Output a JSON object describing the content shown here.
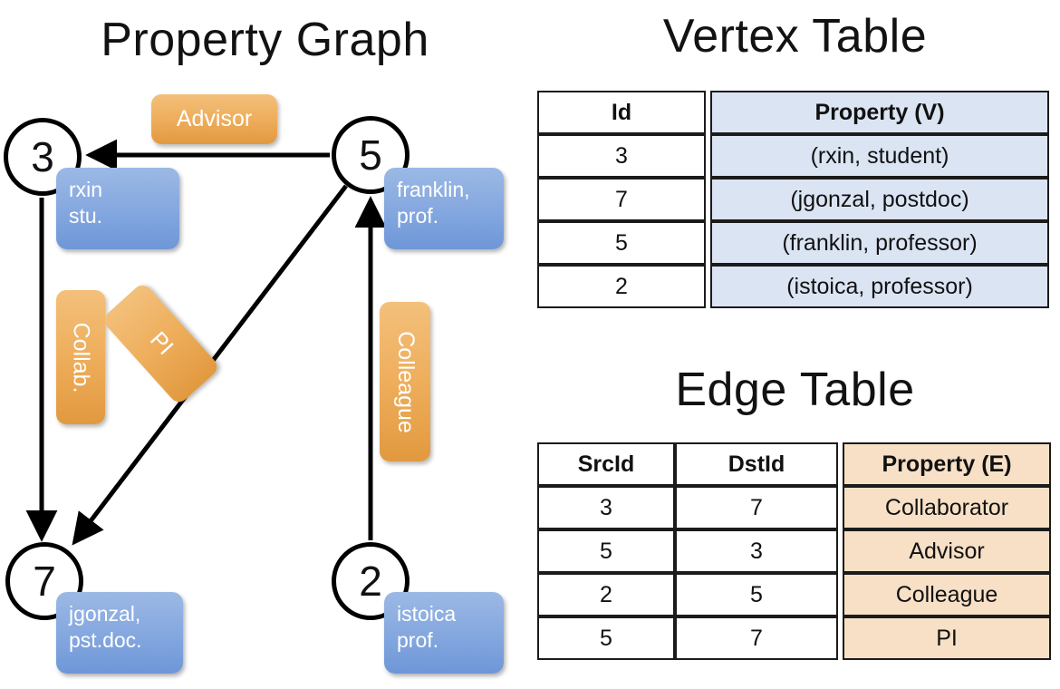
{
  "titles": {
    "property_graph": "Property Graph",
    "vertex_table": "Vertex Table",
    "edge_table": "Edge Table"
  },
  "graph": {
    "vertices": [
      {
        "id": "3",
        "property_line1": "rxin",
        "property_line2": "stu."
      },
      {
        "id": "5",
        "property_line1": "franklin,",
        "property_line2": "prof."
      },
      {
        "id": "7",
        "property_line1": "jgonzal,",
        "property_line2": "pst.doc."
      },
      {
        "id": "2",
        "property_line1": "istoica",
        "property_line2": "prof."
      }
    ],
    "edge_labels": {
      "advisor": "Advisor",
      "collab": "Collab.",
      "pi": "PI",
      "colleague": "Colleague"
    },
    "edges": [
      {
        "from": "5",
        "to": "3",
        "label": "Advisor"
      },
      {
        "from": "3",
        "to": "7",
        "label": "Collab."
      },
      {
        "from": "5",
        "to": "7",
        "label": "PI"
      },
      {
        "from": "2",
        "to": "5",
        "label": "Colleague"
      }
    ]
  },
  "vertex_table": {
    "headers": [
      "Id",
      "Property (V)"
    ],
    "rows": [
      {
        "id": "3",
        "property": "(rxin, student)"
      },
      {
        "id": "7",
        "property": "(jgonzal, postdoc)"
      },
      {
        "id": "5",
        "property": "(franklin, professor)"
      },
      {
        "id": "2",
        "property": "(istoica, professor)"
      }
    ]
  },
  "edge_table": {
    "headers": [
      "SrcId",
      "DstId",
      "Property (E)"
    ],
    "rows": [
      {
        "src": "3",
        "dst": "7",
        "property": "Collaborator"
      },
      {
        "src": "5",
        "dst": "3",
        "property": "Advisor"
      },
      {
        "src": "2",
        "dst": "5",
        "property": "Colleague"
      },
      {
        "src": "5",
        "dst": "7",
        "property": "PI"
      }
    ]
  },
  "colors": {
    "vertex_property_blue": "#DBE4F3",
    "edge_property_peach": "#F7E0C6",
    "badge_blue": "#88AAE0",
    "badge_orange": "#EEAE5C",
    "stroke": "#000000"
  }
}
